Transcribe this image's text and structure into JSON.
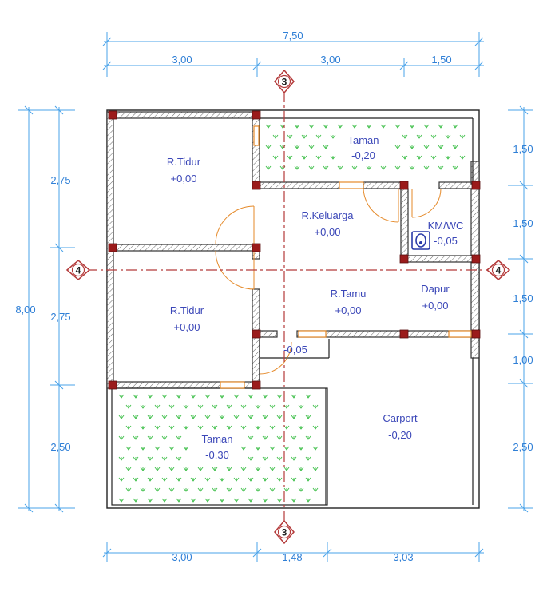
{
  "dimensions": {
    "top_total": "7,50",
    "top_segments": [
      "3,00",
      "3,00",
      "1,50"
    ],
    "left_total": "8,00",
    "left_segments": [
      "2,75",
      "2,75",
      "2,50"
    ],
    "right_segments": [
      "1,50",
      "1,50",
      "1,50",
      "1,00",
      "2,50"
    ],
    "bottom_segments": [
      "3,00",
      "1,48",
      "3,03"
    ]
  },
  "axes": {
    "vertical": "3",
    "horizontal": "4"
  },
  "rooms": [
    {
      "name": "R.Tidur",
      "level": "+0,00"
    },
    {
      "name": "Taman",
      "level": "-0,20"
    },
    {
      "name": "R.Keluarga",
      "level": "+0,00"
    },
    {
      "name": "KM/WC",
      "level": "-0,05"
    },
    {
      "name": "R.Tidur",
      "level": "+0,00"
    },
    {
      "name": "R.Tamu",
      "level": "+0,00"
    },
    {
      "name": "Dapur",
      "level": "+0,00"
    },
    {
      "name": "",
      "level": "-0,05"
    },
    {
      "name": "Taman",
      "level": "-0,30"
    },
    {
      "name": "Carport",
      "level": "-0,20"
    }
  ],
  "colors": {
    "dimension": "#2f7fd6",
    "room_label": "#3b47b8",
    "column": "#9b1b1b",
    "door_swing": "#e58a2a",
    "axis_line": "#b43a3a",
    "garden_symbol": "#3fbf4a"
  }
}
